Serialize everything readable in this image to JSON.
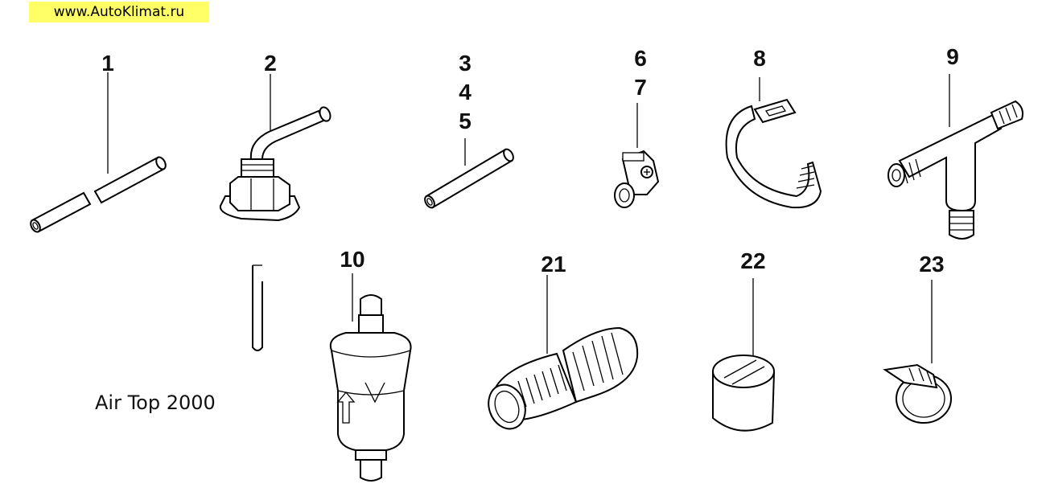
{
  "site": {
    "url_text": "www.AutoKlimat.ru",
    "badge_color": "#ffff66"
  },
  "model_label": "Air Top 2000",
  "callouts": {
    "n1": "1",
    "n2": "2",
    "n3": "3",
    "n4": "4",
    "n5": "5",
    "n6": "6",
    "n7": "7",
    "n8": "8",
    "n9": "9",
    "n10": "10",
    "n21": "21",
    "n22": "22",
    "n23": "23"
  },
  "parts": [
    "fuel-pipe",
    "fuel-standpipe",
    "short-fuel-pipe",
    "pipe-clamp",
    "tie-strap",
    "t-connector",
    "fuel-filter",
    "corrugated-hose",
    "sleeve",
    "hose-clamp"
  ]
}
